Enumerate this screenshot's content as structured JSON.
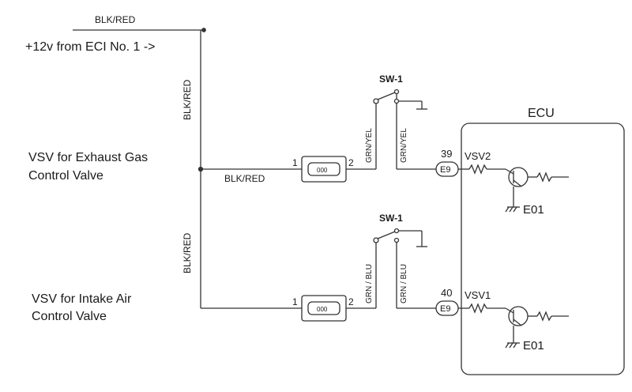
{
  "labels": {
    "top_wire": "BLK/RED",
    "supply": "+12v from ECI No. 1 ->",
    "vert_upper": "BLK/RED",
    "vert_lower": "BLK/RED",
    "vsv_exhaust_line1": "VSV for Exhaust Gas",
    "vsv_exhaust_line2": "Control Valve",
    "vsv_intake_line1": "VSV for Intake Air",
    "vsv_intake_line2": "Control Valve",
    "mid_wire": "BLK/RED",
    "sw_upper": "SW-1",
    "sw_lower": "SW-1",
    "wire_grn_yel_a": "GRN/YEL",
    "wire_grn_yel_b": "GRN/YEL",
    "wire_grn_blu_a": "GRN / BLU",
    "wire_grn_blu_b": "GRN / BLU",
    "ecu": "ECU",
    "pin_upper": "39",
    "pin_lower": "40",
    "conn_upper": "E9",
    "conn_lower": "E9",
    "vsv2": "VSV2",
    "vsv1": "VSV1",
    "gnd_upper": "E01",
    "gnd_lower": "E01",
    "coil_upper_pin1": "1",
    "coil_upper_pin2": "2",
    "coil_lower_pin1": "1",
    "coil_lower_pin2": "2",
    "coil_symbol": "000"
  }
}
